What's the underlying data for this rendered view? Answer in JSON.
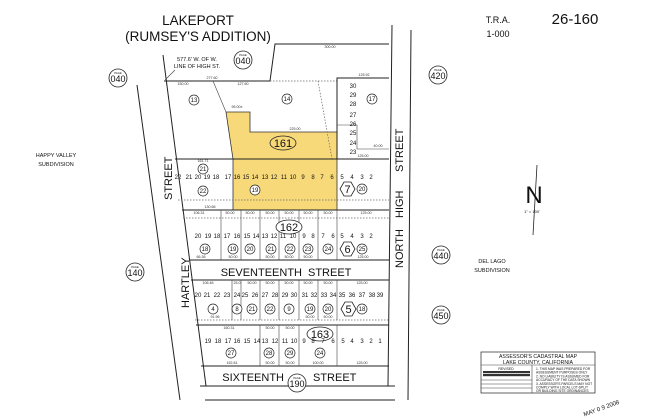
{
  "header": {
    "title_line1": "LAKEPORT",
    "title_line2": "(RUMSEY'S ADDITION)",
    "tra_label": "T.R.A.",
    "tra_value": "1-000",
    "map_number": "26-160"
  },
  "reference_note": [
    "577.6' W. OF W.",
    "LINE OF HIGH ST."
  ],
  "page_ref_label": "PAGE",
  "page_refs": {
    "top": "040",
    "left_top": "040",
    "right_top": "420",
    "left": "140",
    "right_mid": "440",
    "right_low": "450",
    "bottom": "190"
  },
  "areas": {
    "west": [
      "HAPPY VALLEY",
      "SUBDIVISION"
    ],
    "east": [
      "DEL LAGO",
      "SUBDIVISION"
    ]
  },
  "streets": {
    "hartley_upper": "STREET",
    "hartley_lower": "HARTLEY",
    "high_upper": "STREET",
    "high_mid": "HIGH",
    "high_lower": "NORTH",
    "seventeenth": [
      "SEVENTEENTH",
      "STREET"
    ],
    "sixteenth": [
      "SIXTEENTH",
      "STREET"
    ]
  },
  "blocks": {
    "b161": "161",
    "b162": "162",
    "b163": "163",
    "hex7": "7",
    "hex6": "6",
    "hex5": "5"
  },
  "lot_column": [
    "30",
    "29",
    "28",
    "27",
    "26",
    "25",
    "24",
    "23"
  ],
  "lot_rows": [
    [
      "22",
      "21",
      "20",
      "19",
      "18",
      "17",
      "16",
      "15",
      "14",
      "13",
      "12",
      "11",
      "10",
      "9",
      "8",
      "7",
      "6",
      "5",
      "4",
      "3",
      "2"
    ],
    [
      "20",
      "19",
      "18",
      "17",
      "16",
      "15",
      "14",
      "13",
      "12",
      "11",
      "10",
      "9",
      "8",
      "7",
      "6",
      "5",
      "4",
      "3",
      "2"
    ],
    [
      "20",
      "21",
      "22",
      "23",
      "24",
      "25",
      "26",
      "27",
      "28",
      "29",
      "30",
      "31",
      "32",
      "33",
      "34",
      "35",
      "36",
      "37",
      "38",
      "39"
    ],
    [
      "19",
      "18",
      "17",
      "16",
      "15",
      "14",
      "13",
      "12",
      "11",
      "10",
      "9",
      "8",
      "7",
      "6",
      "5",
      "4",
      "3",
      "2",
      "1"
    ]
  ],
  "parcels": [
    "13",
    "14",
    "17",
    "21",
    "22",
    "19",
    "20",
    "18",
    "19",
    "20",
    "21",
    "22",
    "23",
    "24",
    "25",
    "4",
    "8",
    "21",
    "22",
    "9",
    "19",
    "20",
    "18",
    "27",
    "28",
    "29",
    "24"
  ],
  "dimensions": [
    "300.00",
    "277.60",
    "150.00",
    "127.60",
    "125.92",
    "95.00±",
    "225.00",
    "40.00",
    "161.71",
    "125.00",
    "130.66",
    "106.31",
    "50.00",
    "50.00",
    "50.00",
    "50.00",
    "50.00",
    "50.00",
    "125.00",
    "66.36",
    "50.00",
    "50.00",
    "50.00",
    "50.00",
    "125.00",
    "106.46",
    "25.0",
    "50.00",
    "50.00",
    "50.00",
    "50.00",
    "50.00",
    "125.00",
    "91.96",
    "50.00",
    "50.00",
    "160.31",
    "50.00",
    "50.00",
    "152.81",
    "50.00",
    "50.00",
    "100.00",
    "125.00"
  ],
  "scale": {
    "north": "N",
    "scale_text": "1\" = 100'"
  },
  "legend": {
    "title_line1": "ASSESSOR'S CADASTRAL MAP",
    "title_line2": "LAKE COUNTY, CALIFORNIA",
    "revised_label": "REVISED",
    "notes": [
      "1. THIS MAP WAS PREPARED FOR",
      "ASSESSMENT PURPOSES ONLY",
      "2. NO LIABILITY IS ASSUMED FOR",
      "ACCURACY OF THE DATA SHOWN",
      "3. ASSESSOR'S PARCELS MAY NOT",
      "COMPLY WITH LOCAL LOT-SPLIT",
      "OR BUILDING SITE ORDINANCES"
    ]
  },
  "stamp": "MAY 0 9 2008",
  "highlight_color": "#f8d97a"
}
